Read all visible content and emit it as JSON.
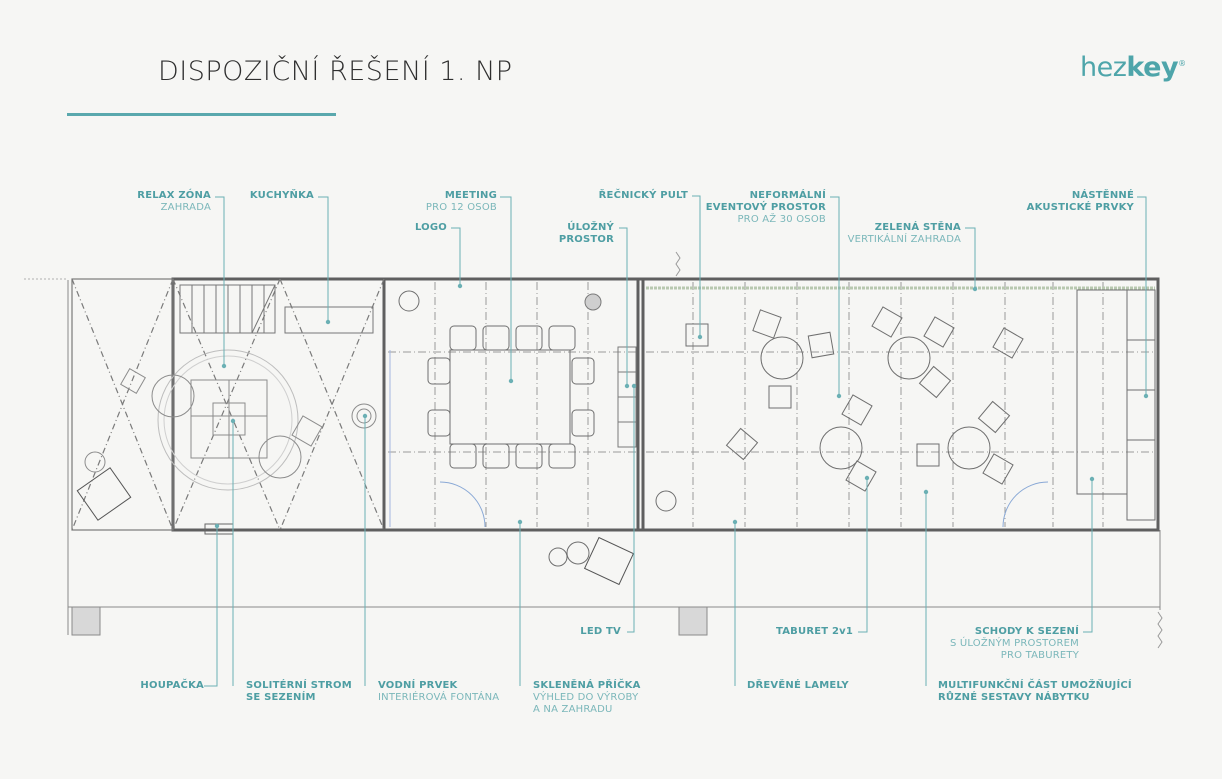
{
  "title": "DISPOZIČNÍ ŘEŠENÍ 1. NP",
  "logo": {
    "light": "hez",
    "bold": "key",
    "mark": "®"
  },
  "colors": {
    "accent": "#5aa8ad",
    "label": "#4e9ea3",
    "line": "#6d6d6d"
  },
  "labels": {
    "relax": {
      "h": "RELAX ZÓNA",
      "s": "ZAHRADA"
    },
    "kitchen": {
      "h": "KUCHYŇKA"
    },
    "meeting": {
      "h": "MEETING",
      "s": "PRO 12 OSOB"
    },
    "logo_lbl": {
      "h": "LOGO"
    },
    "storage": {
      "h1": "ÚLOŽNÝ",
      "h2": "PROSTOR"
    },
    "lectern": {
      "h": "ŘEČNICKÝ PULT"
    },
    "event": {
      "h1": "NEFORMÁLNÍ",
      "h2": "EVENTOVÝ PROSTOR",
      "s": "PRO AŽ 30 OSOB"
    },
    "green": {
      "h": "ZELENÁ STĚNA",
      "s": "VERTIKÁLNÍ ZAHRADA"
    },
    "acoustic": {
      "h1": "NÁSTĚNNÉ",
      "h2": "AKUSTICKÉ PRVKY"
    },
    "ledtv": {
      "h": "LED TV"
    },
    "taburet": {
      "h": "TABURET 2v1"
    },
    "stairs": {
      "h": "SCHODY K SEZENÍ",
      "s1": "S ÚLOŽNÝM PROSTOREM",
      "s2": "PRO TABURETY"
    },
    "swing": {
      "h": "HOUPAČKA"
    },
    "tree": {
      "h1": "SOLITÉRNÍ STROM",
      "h2": "SE SEZENÍM"
    },
    "water": {
      "h": "VODNÍ PRVEK",
      "s": "INTERIÉROVÁ FONTÁNA"
    },
    "glass": {
      "h": "SKLENĚNÁ PŘÍČKA",
      "s1": "VÝHLED DO VÝROBY",
      "s2": "A NA ZAHRADU"
    },
    "lamely": {
      "h": "DŘEVĚNÉ LAMELY"
    },
    "multi": {
      "h1": "MULTIFUNKČNÍ ČÁST UMOŽŇUJÍCÍ",
      "h2": "RŮZNÉ SESTAVY NÁBYTKU"
    }
  }
}
